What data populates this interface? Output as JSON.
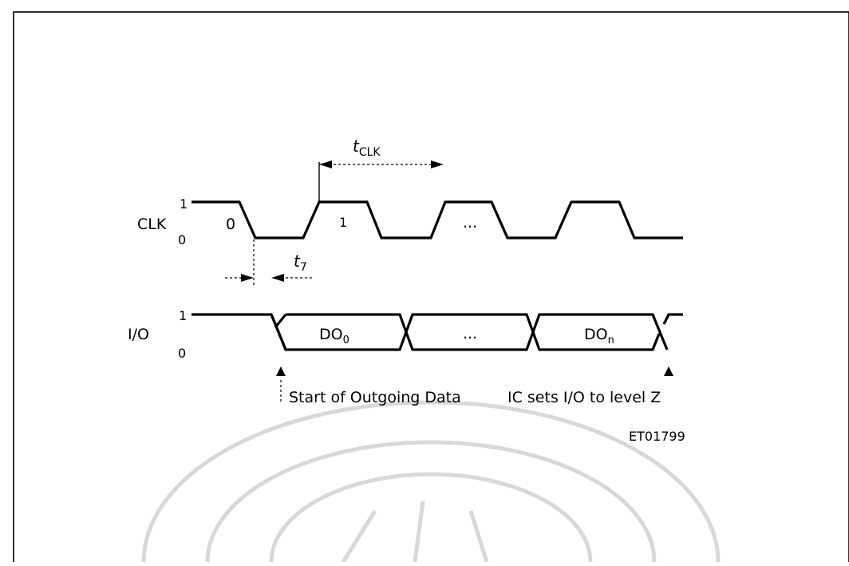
{
  "timing_diagram": {
    "clk": {
      "signal_label": "CLK",
      "level_high": "1",
      "level_low": "0",
      "pulse_label_0": "0",
      "pulse_label_1": "1",
      "continuation": "..."
    },
    "io": {
      "signal_label": "I/O",
      "level_high": "1",
      "level_low": "0",
      "data_first_main": "DO",
      "data_first_sub": "0",
      "data_mid": "...",
      "data_last_main": "DO",
      "data_last_sub": "n"
    },
    "timing": {
      "period_main": "t",
      "period_sub": "CLK",
      "delay_main": "t",
      "delay_sub": "7"
    },
    "annotations": {
      "start": "Start of Outgoing Data",
      "end": "IC sets I/O to level Z"
    },
    "figure_id": "ET01799"
  }
}
